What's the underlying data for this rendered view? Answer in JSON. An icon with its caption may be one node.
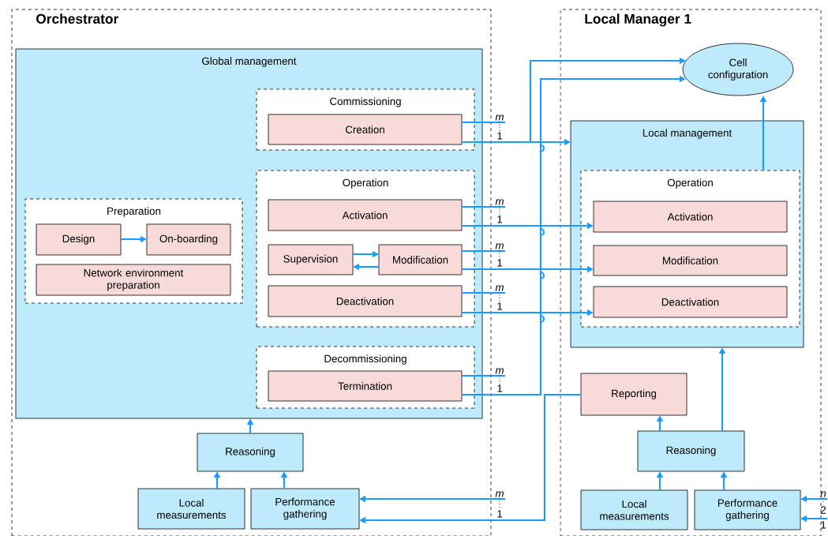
{
  "diagram": {
    "nodes": [
      {
        "text": [
          "Orchestrator"
        ]
      },
      {
        "text": [
          "Global management"
        ],
        "in": 0
      },
      {
        "text": [
          "Commissioning"
        ],
        "in": 1
      },
      {
        "text": [
          "Creation"
        ],
        "in": 2
      },
      {
        "text": [
          "Operation"
        ],
        "in": 1
      },
      {
        "text": [
          "Activation"
        ],
        "in": 4
      },
      {
        "text": [
          "Supervision"
        ],
        "in": 4
      },
      {
        "text": [
          "Modification"
        ],
        "in": 4
      },
      {
        "text": [
          "Deactivation"
        ],
        "in": 4
      },
      {
        "text": [
          "Preparation"
        ],
        "in": 1
      },
      {
        "text": [
          "Design"
        ],
        "in": 9
      },
      {
        "text": [
          "On-boarding"
        ],
        "in": 9
      },
      {
        "text": [
          "Network environment preparation"
        ],
        "in": 9
      },
      {
        "text": [
          "Decommissioning"
        ],
        "in": 1
      },
      {
        "text": [
          "Termination"
        ],
        "in": 13
      },
      {
        "text": [
          "Reasoning"
        ],
        "in": 0
      },
      {
        "text": [
          "Local measurements"
        ],
        "in": 0
      },
      {
        "text": [
          "Performance gathering"
        ],
        "in": 0
      },
      {
        "text": [
          "Local Manager 1"
        ]
      },
      {
        "text": [
          "Cell configuration"
        ],
        "in": 18
      },
      {
        "text": [
          "Local management"
        ],
        "in": 18
      },
      {
        "text": [
          "Operation"
        ],
        "in": 20
      },
      {
        "text": [
          "Activation"
        ],
        "in": 21
      },
      {
        "text": [
          "Modification"
        ],
        "in": 21
      },
      {
        "text": [
          "Deactivation"
        ],
        "in": 21
      },
      {
        "text": [
          "Reporting"
        ],
        "in": 18
      },
      {
        "text": [
          "Reasoning"
        ],
        "in": 18
      },
      {
        "text": [
          "Local measurements"
        ],
        "in": 18
      },
      {
        "text": [
          "Performance gathering"
        ],
        "in": 18
      },
      {
        "text": [
          "m"
        ]
      },
      {
        "text": [
          "m"
        ]
      },
      {
        "text": [
          "m"
        ]
      },
      {
        "text": [
          "m"
        ]
      },
      {
        "text": [
          "m"
        ]
      },
      {
        "text": [
          "m"
        ]
      },
      {
        "text": [
          "n"
        ]
      },
      {
        "text": [
          "2"
        ]
      }
    ],
    "edges": [
      {
        "from": 3,
        "to": 20,
        "arrow": "to"
      },
      {
        "from": 3,
        "to": 19,
        "arrow": "to"
      },
      {
        "from": 3,
        "to": 29,
        "arrow": "none"
      },
      {
        "from": 5,
        "to": 22,
        "arrow": "to"
      },
      {
        "from": 5,
        "to": 30,
        "arrow": "none"
      },
      {
        "from": 7,
        "to": 23,
        "arrow": "to"
      },
      {
        "from": 7,
        "to": 31,
        "arrow": "none"
      },
      {
        "from": 8,
        "to": 24,
        "arrow": "to"
      },
      {
        "from": 8,
        "to": 32,
        "arrow": "none"
      },
      {
        "from": 14,
        "to": 19,
        "arrow": "to"
      },
      {
        "from": 14,
        "to": 33,
        "arrow": "none"
      },
      {
        "from": 10,
        "to": 11,
        "arrow": "to"
      },
      {
        "from": 6,
        "to": 7,
        "arrow": "to"
      },
      {
        "from": 7,
        "to": 6,
        "arrow": "to"
      },
      {
        "from": 15,
        "to": 1,
        "arrow": "to"
      },
      {
        "from": 16,
        "to": 15,
        "arrow": "to"
      },
      {
        "from": 17,
        "to": 15,
        "arrow": "to"
      },
      {
        "from": 34,
        "to": 17,
        "arrow": "to"
      },
      {
        "from": 25,
        "to": 17,
        "arrow": "to"
      },
      {
        "from": 26,
        "to": 25,
        "arrow": "to"
      },
      {
        "from": 26,
        "to": 20,
        "arrow": "to"
      },
      {
        "from": 27,
        "to": 26,
        "arrow": "to"
      },
      {
        "from": 28,
        "to": 26,
        "arrow": "to"
      },
      {
        "from": 21,
        "to": 19,
        "arrow": "to"
      },
      {
        "from": 35,
        "to": 28,
        "arrow": "to"
      },
      {
        "from": 36,
        "to": 28,
        "arrow": "to"
      }
    ],
    "labels": [
      "1",
      "1",
      "1",
      "1",
      "1",
      "1",
      "1"
    ]
  }
}
